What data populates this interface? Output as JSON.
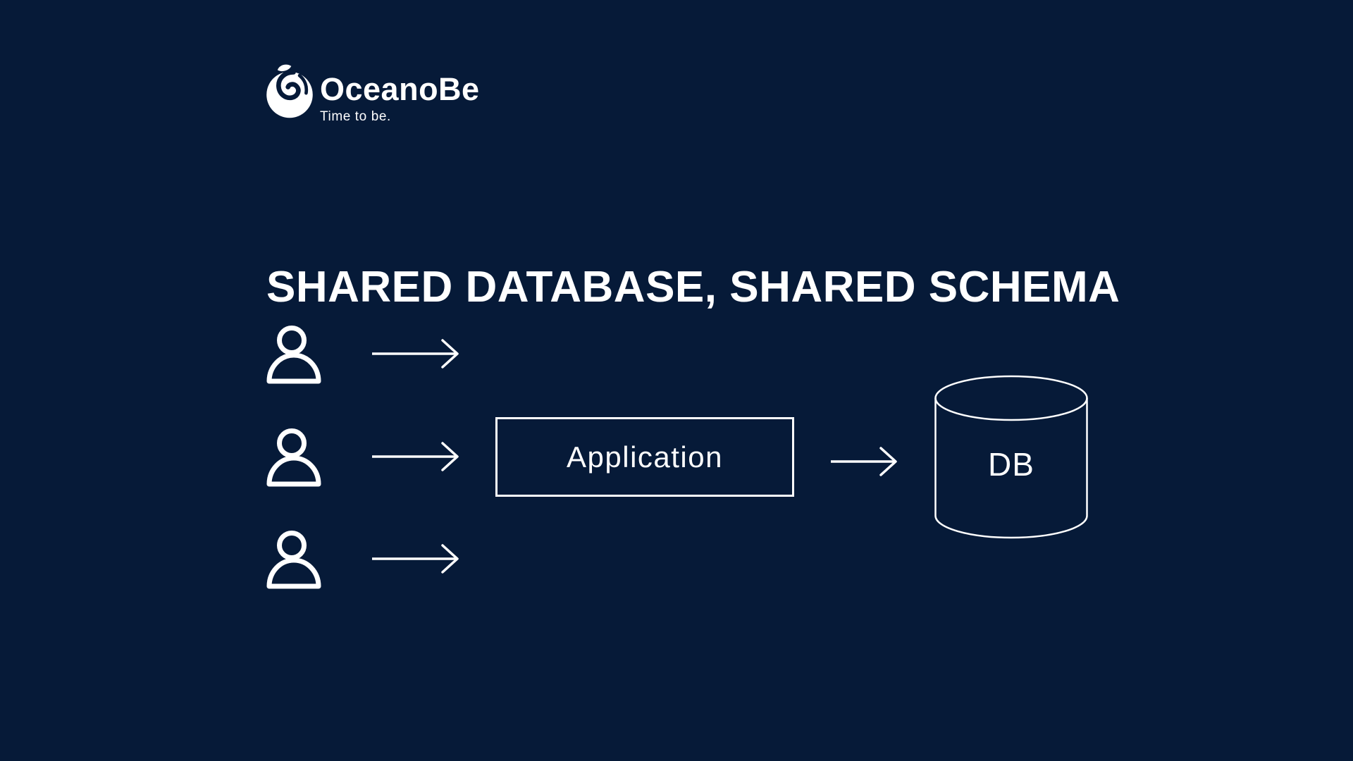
{
  "colors": {
    "background": "#061A38",
    "foreground": "#FFFFFF"
  },
  "logo": {
    "brand": "OceanoBe",
    "tagline": "Time to be.",
    "icon": "oceanobe-wave-logo"
  },
  "title": "SHARED DATABASE, SHARED SCHEMA",
  "diagram": {
    "clients": {
      "icon": "person-outline-icon",
      "count": 3
    },
    "arrows": {
      "icon": "right-arrow-icon",
      "user_arrow_count": 3,
      "app_to_db_arrow_count": 1
    },
    "application": {
      "label": "Application"
    },
    "database": {
      "label": "DB",
      "icon": "cylinder-icon"
    }
  }
}
